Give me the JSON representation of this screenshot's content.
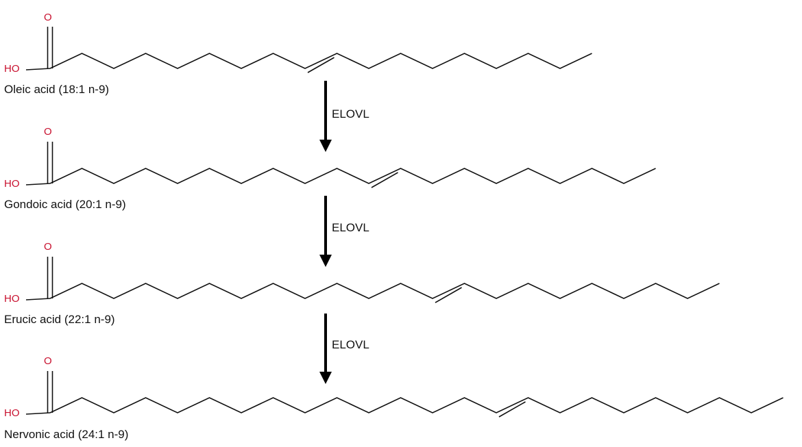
{
  "molecules": [
    {
      "name": "Oleic acid (18:1 n-9)",
      "oxygen_label": "O",
      "hydroxyl_label": "HO",
      "carbons": 18,
      "double_bond_after_carbon": 9
    },
    {
      "name": "Gondoic acid (20:1 n-9)",
      "oxygen_label": "O",
      "hydroxyl_label": "HO",
      "carbons": 20,
      "double_bond_after_carbon": 11
    },
    {
      "name": "Erucic acid (22:1 n-9)",
      "oxygen_label": "O",
      "hydroxyl_label": "HO",
      "carbons": 22,
      "double_bond_after_carbon": 13
    },
    {
      "name": "Nervonic acid (24:1 n-9)",
      "oxygen_label": "O",
      "hydroxyl_label": "HO",
      "carbons": 24,
      "double_bond_after_carbon": 15
    }
  ],
  "steps": [
    {
      "enzyme": "ELOVL"
    },
    {
      "enzyme": "ELOVL"
    },
    {
      "enzyme": "ELOVL"
    }
  ],
  "colors": {
    "heteroatom": "#c8102e",
    "bond": "#111111",
    "arrow": "#000000"
  }
}
